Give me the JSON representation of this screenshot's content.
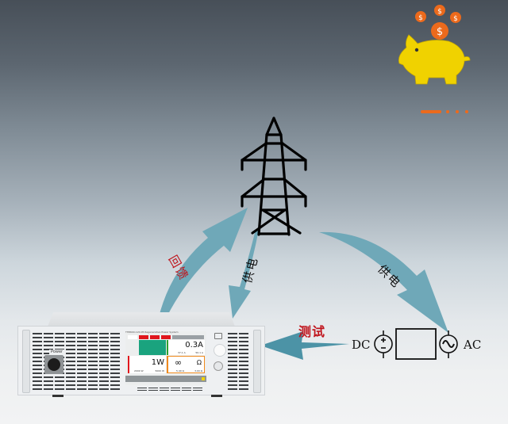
{
  "diagram": {
    "labels": {
      "feedback": "回馈",
      "supply_left": "供电",
      "supply_right": "供电",
      "test": "测试",
      "dc": "DC",
      "ac": "AC"
    },
    "device": {
      "power_label": "Power",
      "title": "TH8690-120-05 Regenerative Power System",
      "readings": {
        "current": "0.3A",
        "power": "1W",
        "resistance_symbol": "∞",
        "resistance_unit": "Ω",
        "sub_current_a": "37.1 A",
        "sub_current_b": "50.1 A",
        "sub_power_a": "2000 W",
        "sub_power_b": "5000 W",
        "sub_res_a": "5.40 Ω",
        "sub_res_b": "3.00 Ω"
      }
    },
    "colors": {
      "arrow": "#6fa8b8",
      "arrow_dark": "#4c93a6",
      "feedback_text": "#c0141c",
      "test_text": "#c0141c",
      "piggy": "#f0d200",
      "coin": "#ec6a1c",
      "accent_green": "#1aa37e",
      "accent_red": "#e0161d",
      "accent_orange": "#f08a1c"
    },
    "icons": [
      "piggy-bank-icon",
      "coin-icon",
      "power-tower-icon",
      "dc-source-icon",
      "ac-source-icon"
    ]
  }
}
